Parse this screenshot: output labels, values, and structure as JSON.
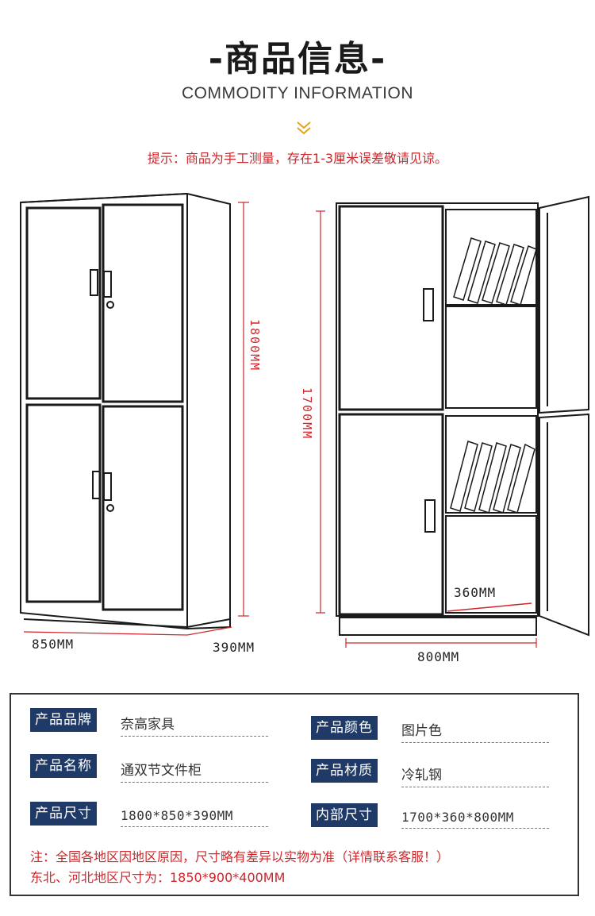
{
  "header": {
    "title": "-商品信息-",
    "subtitle": "COMMODITY INFORMATION",
    "tip": "提示：商品为手工测量，存在1-3厘米误差敬请见谅。"
  },
  "left_cabinet": {
    "height_label": "1800MM",
    "width_label": "850MM",
    "depth_label": "390MM"
  },
  "right_cabinet": {
    "height_label": "1700MM",
    "width_label": "800MM",
    "depth_label": "360MM"
  },
  "specs": [
    {
      "label": "产品品牌",
      "value": "奈高家具"
    },
    {
      "label": "产品颜色",
      "value": "图片色"
    },
    {
      "label": "产品名称",
      "value": "通双节文件柜"
    },
    {
      "label": "产品材质",
      "value": "冷轧钢"
    },
    {
      "label": "产品尺寸",
      "value": "1800*850*390MM"
    },
    {
      "label": "内部尺寸",
      "value": "1700*360*800MM"
    }
  ],
  "notes": {
    "line1": "注：全国各地区因地区原因，尺寸略有差异以实物为准（详情联系客服！）",
    "line2": "东北、河北地区尺寸为：1850*900*400MM"
  },
  "colors": {
    "accent_red": "#d0262b",
    "tag_navy": "#1f3a66",
    "chevron_gold": "#e8a21a"
  }
}
